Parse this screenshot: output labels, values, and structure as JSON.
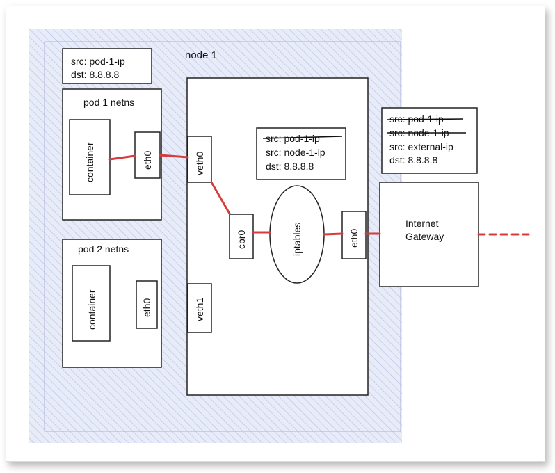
{
  "node": {
    "label": "node 1",
    "src_box": {
      "line1": "src: pod-1-ip",
      "line2": "dst: 8.8.8.8"
    }
  },
  "pod1": {
    "title": "pod 1 netns",
    "container": "container",
    "eth": "eth0"
  },
  "pod2": {
    "title": "pod 2 netns",
    "container": "container",
    "eth": "eth0"
  },
  "root_ns": {
    "veth0": "veth0",
    "veth1": "veth1",
    "bridge": "cbr0",
    "iptables": "iptables",
    "eth": "eth0",
    "nat_box": {
      "old": "src: pod-1-ip",
      "line2": "src: node-1-ip",
      "line3": "dst: 8.8.8.8"
    }
  },
  "gateway": {
    "label_line1": "Internet",
    "label_line2": "Gateway",
    "nat_box": {
      "old1": "src: pod-1-ip",
      "old2": "src: node-1-ip",
      "line3": "src: external-ip",
      "line4": "dst: 8.8.8.8"
    }
  },
  "colors": {
    "link": "#d63c3c",
    "node_fill": "#e6e9f7",
    "hatch": "#b7bfe2"
  }
}
